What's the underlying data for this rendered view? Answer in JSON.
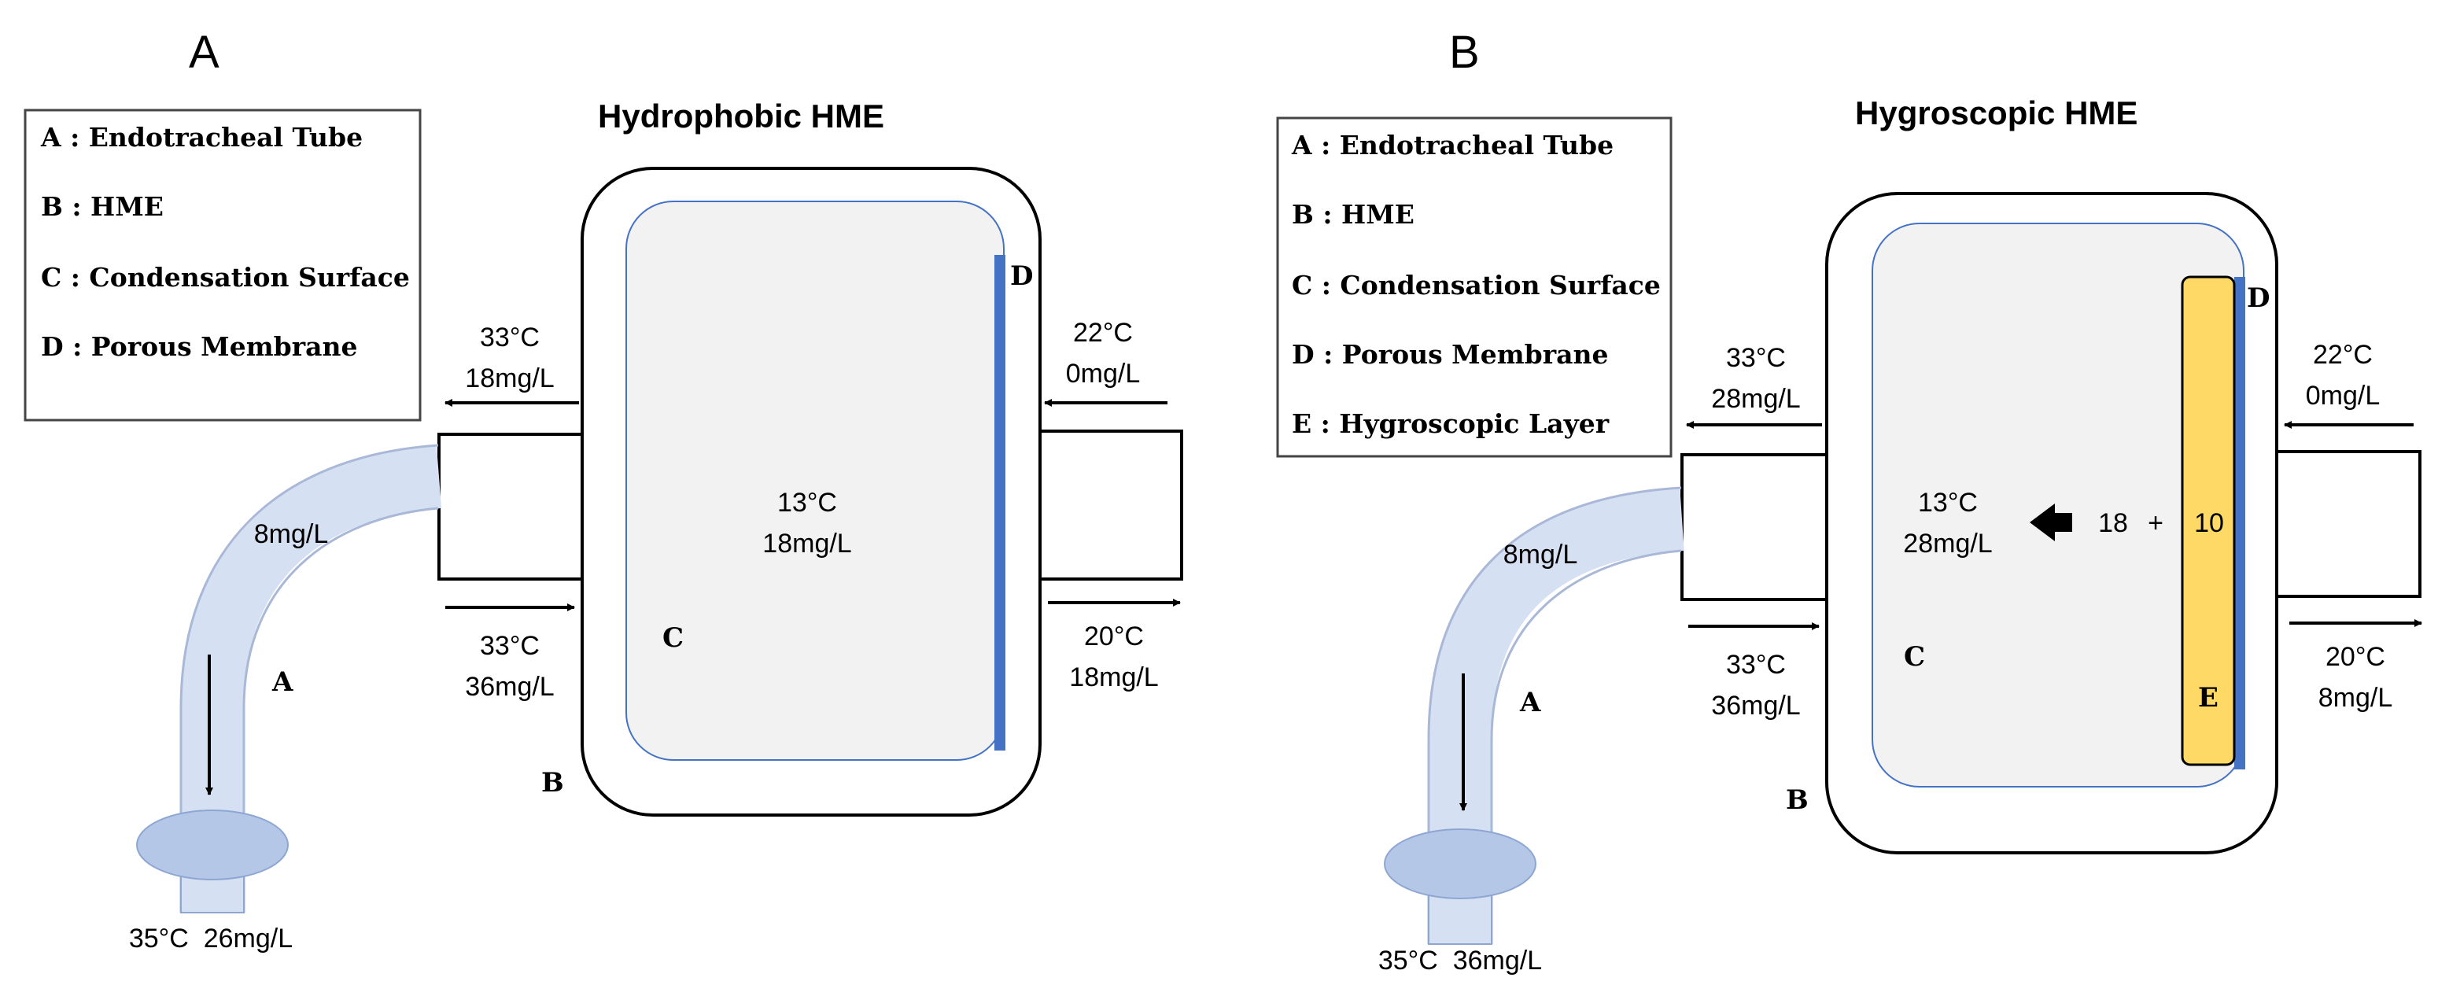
{
  "panels": [
    {
      "letter": "A",
      "title": "Hydrophobic HME",
      "legend": [
        "A : Endotracheal Tube",
        "B : HME",
        "C : Condensation Surface",
        "D : Porous Membrane"
      ],
      "labels": {
        "out_left_temp": "33°C",
        "out_left_hum": "18mg/L",
        "in_right_temp": "22°C",
        "in_right_hum": "0mg/L",
        "center_temp": "13°C",
        "center_hum": "18mg/L",
        "in_left_temp": "33°C",
        "in_left_hum": "36mg/L",
        "out_right_temp": "20°C",
        "out_right_hum": "18mg/L",
        "tube_hum": "8mg/L",
        "patient": "35°C  26mg/L",
        "part_a": "A",
        "part_b": "B",
        "part_c": "C",
        "part_d": "D"
      }
    },
    {
      "letter": "B",
      "title": "Hygroscopic HME",
      "legend": [
        "A : Endotracheal Tube",
        "B : HME",
        "C : Condensation Surface",
        "D : Porous Membrane",
        "E : Hygroscopic Layer"
      ],
      "labels": {
        "out_left_temp": "33°C",
        "out_left_hum": "28mg/L",
        "in_right_temp": "22°C",
        "in_right_hum": "0mg/L",
        "center_temp": "13°C",
        "center_hum": "28mg/L",
        "in_left_temp": "33°C",
        "in_left_hum": "36mg/L",
        "out_right_temp": "20°C",
        "out_right_hum": "8mg/L",
        "tube_hum": "8mg/L",
        "patient": "35°C  36mg/L",
        "sum_a": "18",
        "sum_plus": "+",
        "sum_b": "10",
        "part_a": "A",
        "part_b": "B",
        "part_c": "C",
        "part_d": "D",
        "part_e": "E"
      }
    }
  ],
  "colors": {
    "membrane": "#4472c4",
    "chamber": "#f2f2f2",
    "tube": "#d6e0f3",
    "cuff": "#b4c7e7",
    "hygroscopic": "#ffd966"
  }
}
